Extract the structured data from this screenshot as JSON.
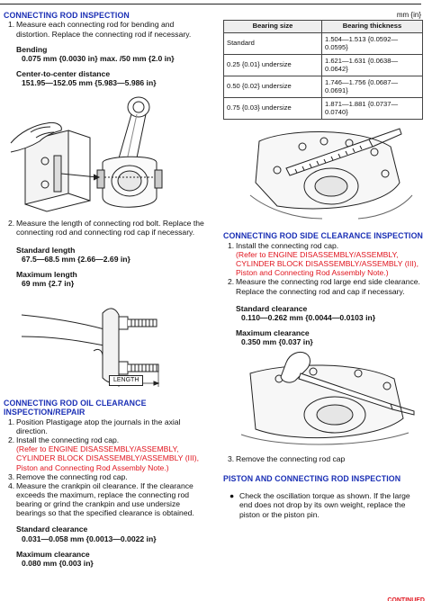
{
  "units": "mm {in}",
  "left": {
    "inspection_title": "CONNECTING ROD INSPECTION",
    "step1": {
      "num": "1.",
      "text": "Measure each connecting rod for bending and distortion. Replace the connecting rod if necessary."
    },
    "bending": {
      "label": "Bending",
      "value": "0.075 mm {0.0030 in} max. /50 mm {2.0 in}"
    },
    "center": {
      "label": "Center-to-center distance",
      "value": "151.95—152.05 mm {5.983—5.986 in}"
    },
    "step2": {
      "num": "2.",
      "text": "Measure the length of connecting rod bolt. Replace the connecting rod and connecting rod cap if necessary."
    },
    "std_length": {
      "label": "Standard length",
      "value": "67.5—68.5 mm {2.66—2.69 in}"
    },
    "max_length": {
      "label": "Maximum length",
      "value": "69 mm {2.7 in}"
    },
    "figure_label": "LENGTH",
    "oil_title": "CONNECTING ROD OIL CLEARANCE INSPECTION/REPAIR",
    "oil_steps": [
      {
        "num": "1.",
        "text": "Position Plastigage atop the journals in the axial direction."
      },
      {
        "num": "2.",
        "text": "Install the connecting rod cap.",
        "ref": "(Refer to ENGINE DISASSEMBLY/ASSEMBLY, CYLINDER BLOCK DISASSEMBLY/ASSEMBLY (III), Piston and Connecting Rod Assembly Note.)"
      },
      {
        "num": "3.",
        "text": "Remove the connecting rod cap."
      },
      {
        "num": "4.",
        "text": "Measure the crankpin oil clearance. If the clearance exceeds the maximum, replace the connecting rod bearing or grind the crankpin and use undersize bearings so that the specified clearance is obtained."
      }
    ],
    "std_clearance": {
      "label": "Standard clearance",
      "value": "0.031—0.058 mm {0.0013—0.0022 in}"
    },
    "max_clearance": {
      "label": "Maximum clearance",
      "value": "0.080 mm {0.003 in}"
    }
  },
  "table": {
    "headers": [
      "Bearing size",
      "Bearing thickness"
    ],
    "rows": [
      {
        "size": "Standard",
        "thickness": "1.504—1.513 {0.0592—0.0595}"
      },
      {
        "size": "0.25 {0.01} undersize",
        "thickness": "1.621—1.631 {0.0638—0.0642}"
      },
      {
        "size": "0.50 {0.02} undersize",
        "thickness": "1.746—1.756 {0.0687—0.0691}"
      },
      {
        "size": "0.75 {0.03} undersize",
        "thickness": "1.871—1.881 {0.0737—0.0740}"
      }
    ]
  },
  "right": {
    "side_title": "CONNECTING ROD SIDE CLEARANCE INSPECTION",
    "side_steps": [
      {
        "num": "1.",
        "text": "Install the connecting rod cap.",
        "ref": "(Refer to ENGINE DISASSEMBLY/ASSEMBLY, CYLINDER BLOCK DISASSEMBLY/ASSEMBLY (III), Piston and Connecting Rod Assembly Note.)"
      },
      {
        "num": "2.",
        "text": "Measure the connecting rod large end side clearance. Replace the connecting rod  and cap if necessary."
      }
    ],
    "std_clearance": {
      "label": "Standard clearance",
      "value": "0.110—0.262 mm {0.0044—0.0103 in}"
    },
    "max_clearance": {
      "label": "Maximum clearance",
      "value": "0.350 mm {0.037 in}"
    },
    "step3": {
      "num": "3.",
      "text": "Remove the connecting rod cap"
    },
    "piston_title": "PISTON AND CONNECTING ROD INSPECTION",
    "piston_bullet": "Check the oscillation torque as shown. If the large end does not drop by its own weight, replace the piston or the piston pin.",
    "continued": "CONTINUED"
  }
}
